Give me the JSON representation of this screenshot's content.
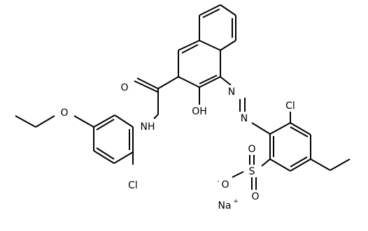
{
  "diagram": {
    "type": "chemical-structure",
    "atom_labels": {
      "carbonyl_o": "O",
      "amide_nh": "NH",
      "hydroxyl": "OH",
      "azo_n1": "N",
      "azo_n2": "N",
      "cl_top": "Cl",
      "cl_bottom": "Cl",
      "ether_o": "O",
      "sulfur": "S",
      "sulfonyl_o_bottom": "O",
      "sulfonyl_o_top": "O",
      "sulfonate_o": "O",
      "sulfonate_o_charge": "-",
      "sodium": "Na",
      "sodium_charge": "+"
    }
  }
}
